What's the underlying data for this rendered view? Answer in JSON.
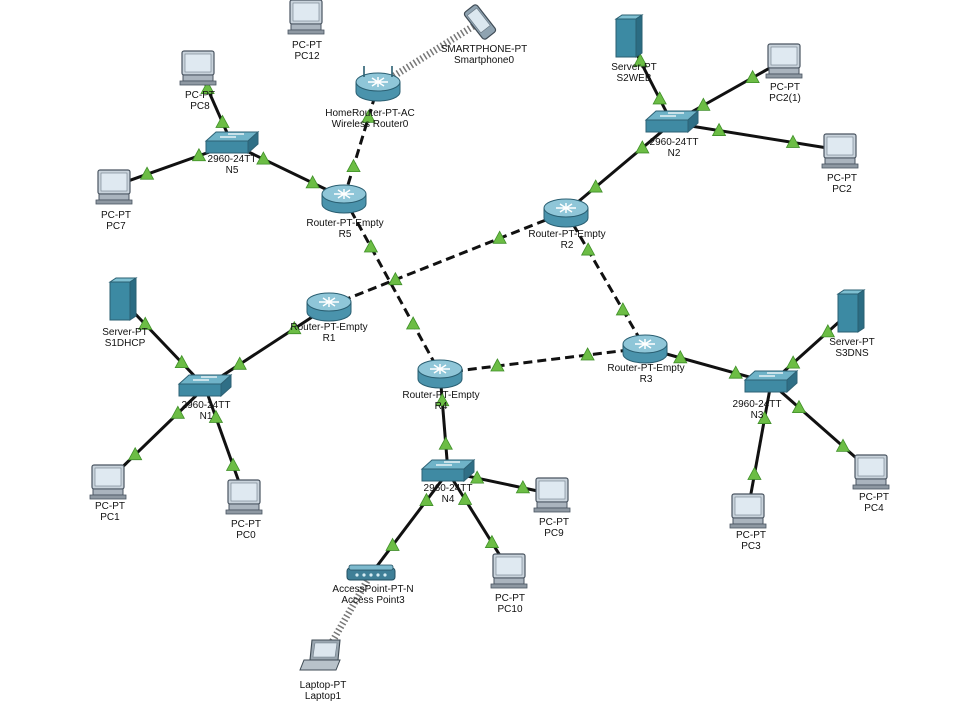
{
  "topology": {
    "devices": [
      {
        "id": "PC12",
        "kind": "pc",
        "model": "PC-PT",
        "name": "PC12"
      },
      {
        "id": "Smartphone0",
        "kind": "phone",
        "model": "SMARTPHONE-PT",
        "name": "Smartphone0"
      },
      {
        "id": "WR0",
        "kind": "wrouter",
        "model": "HomeRouter-PT-AC",
        "name": "Wireless Router0"
      },
      {
        "id": "PC8",
        "kind": "pc",
        "model": "PC-PT",
        "name": "PC8"
      },
      {
        "id": "N5",
        "kind": "switch",
        "model": "2960-24TT",
        "name": "N5"
      },
      {
        "id": "PC7",
        "kind": "pc",
        "model": "PC-PT",
        "name": "PC7"
      },
      {
        "id": "R5",
        "kind": "router",
        "model": "Router-PT-Empty",
        "name": "R5"
      },
      {
        "id": "S2WEB",
        "kind": "server",
        "model": "Server-PT",
        "name": "S2WEB"
      },
      {
        "id": "PC2_1",
        "kind": "pc",
        "model": "PC-PT",
        "name": "PC2(1)"
      },
      {
        "id": "N2",
        "kind": "switch",
        "model": "2960-24TT",
        "name": "N2"
      },
      {
        "id": "PC2",
        "kind": "pc",
        "model": "PC-PT",
        "name": "PC2"
      },
      {
        "id": "R2",
        "kind": "router",
        "model": "Router-PT-Empty",
        "name": "R2"
      },
      {
        "id": "S1DHCP",
        "kind": "server",
        "model": "Server-PT",
        "name": "S1DHCP"
      },
      {
        "id": "R1",
        "kind": "router",
        "model": "Router-PT-Empty",
        "name": "R1"
      },
      {
        "id": "N1",
        "kind": "switch",
        "model": "2960-24TT",
        "name": "N1"
      },
      {
        "id": "PC1",
        "kind": "pc",
        "model": "PC-PT",
        "name": "PC1"
      },
      {
        "id": "PC0",
        "kind": "pc",
        "model": "PC-PT",
        "name": "PC0"
      },
      {
        "id": "R4",
        "kind": "router",
        "model": "Router-PT-Empty",
        "name": "R4"
      },
      {
        "id": "R3",
        "kind": "router",
        "model": "Router-PT-Empty",
        "name": "R3"
      },
      {
        "id": "S3DNS",
        "kind": "server",
        "model": "Server-PT",
        "name": "S3DNS"
      },
      {
        "id": "N3",
        "kind": "switch",
        "model": "2960-24TT",
        "name": "N3"
      },
      {
        "id": "PC3",
        "kind": "pc",
        "model": "PC-PT",
        "name": "PC3"
      },
      {
        "id": "PC4",
        "kind": "pc",
        "model": "PC-PT",
        "name": "PC4"
      },
      {
        "id": "N4",
        "kind": "switch",
        "model": "2960-24TT",
        "name": "N4"
      },
      {
        "id": "PC9",
        "kind": "pc",
        "model": "PC-PT",
        "name": "PC9"
      },
      {
        "id": "PC10",
        "kind": "pc",
        "model": "PC-PT",
        "name": "PC10"
      },
      {
        "id": "AP3",
        "kind": "ap",
        "model": "AccessPoint-PT-N",
        "name": "Access Point3"
      },
      {
        "id": "Laptop1",
        "kind": "laptop",
        "model": "Laptop-PT",
        "name": "Laptop1"
      }
    ],
    "links": [
      {
        "a": "PC8",
        "b": "N5",
        "type": "straight"
      },
      {
        "a": "PC7",
        "b": "N5",
        "type": "straight"
      },
      {
        "a": "N5",
        "b": "R5",
        "type": "straight"
      },
      {
        "a": "R5",
        "b": "WR0",
        "type": "cross"
      },
      {
        "a": "Smartphone0",
        "b": "WR0",
        "type": "wireless"
      },
      {
        "a": "S2WEB",
        "b": "N2",
        "type": "straight"
      },
      {
        "a": "PC2_1",
        "b": "N2",
        "type": "straight"
      },
      {
        "a": "PC2",
        "b": "N2",
        "type": "straight"
      },
      {
        "a": "N2",
        "b": "R2",
        "type": "straight"
      },
      {
        "a": "R5",
        "b": "R4",
        "type": "cross"
      },
      {
        "a": "R1",
        "b": "R2",
        "type": "cross"
      },
      {
        "a": "R2",
        "b": "R3",
        "type": "cross"
      },
      {
        "a": "R4",
        "b": "R3",
        "type": "cross"
      },
      {
        "a": "R1",
        "b": "N1",
        "type": "straight"
      },
      {
        "a": "S1DHCP",
        "b": "N1",
        "type": "straight"
      },
      {
        "a": "N1",
        "b": "PC1",
        "type": "straight"
      },
      {
        "a": "N1",
        "b": "PC0",
        "type": "straight"
      },
      {
        "a": "R3",
        "b": "N3",
        "type": "straight"
      },
      {
        "a": "S3DNS",
        "b": "N3",
        "type": "straight"
      },
      {
        "a": "N3",
        "b": "PC3",
        "type": "straight"
      },
      {
        "a": "N3",
        "b": "PC4",
        "type": "straight"
      },
      {
        "a": "R4",
        "b": "N4",
        "type": "straight"
      },
      {
        "a": "N4",
        "b": "PC9",
        "type": "straight"
      },
      {
        "a": "N4",
        "b": "PC10",
        "type": "straight"
      },
      {
        "a": "N4",
        "b": "AP3",
        "type": "straight"
      },
      {
        "a": "AP3",
        "b": "Laptop1",
        "type": "wireless"
      }
    ]
  }
}
